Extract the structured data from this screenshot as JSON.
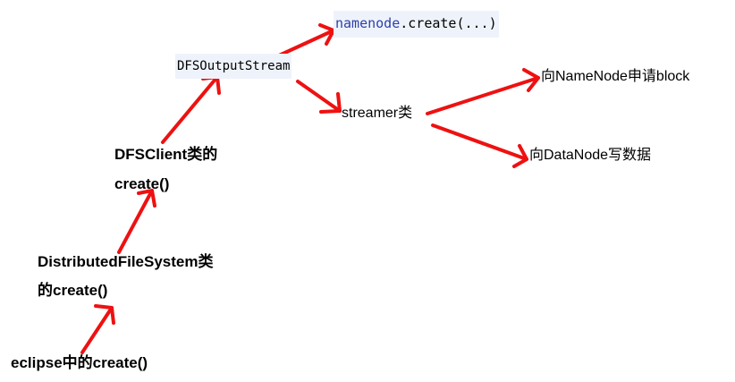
{
  "nodes": {
    "eclipse": "eclipse中的create()",
    "distributed_line1": "DistributedFileSystem类",
    "distributed_line2": "的create()",
    "dfsclient_line1": "DFSClient类的",
    "dfsclient_line2": "create()",
    "dfsoutputstream": "DFSOutputStream",
    "namenode_create_obj": "namenode",
    "namenode_create_call": ".create(...)",
    "streamer": "streamer类",
    "request_block": "向NameNode申请block",
    "write_data": "向DataNode写数据"
  },
  "colors": {
    "arrow": "#ee1111",
    "code_bg": "#eef3fb",
    "code_keyword": "#2e3fa8"
  }
}
